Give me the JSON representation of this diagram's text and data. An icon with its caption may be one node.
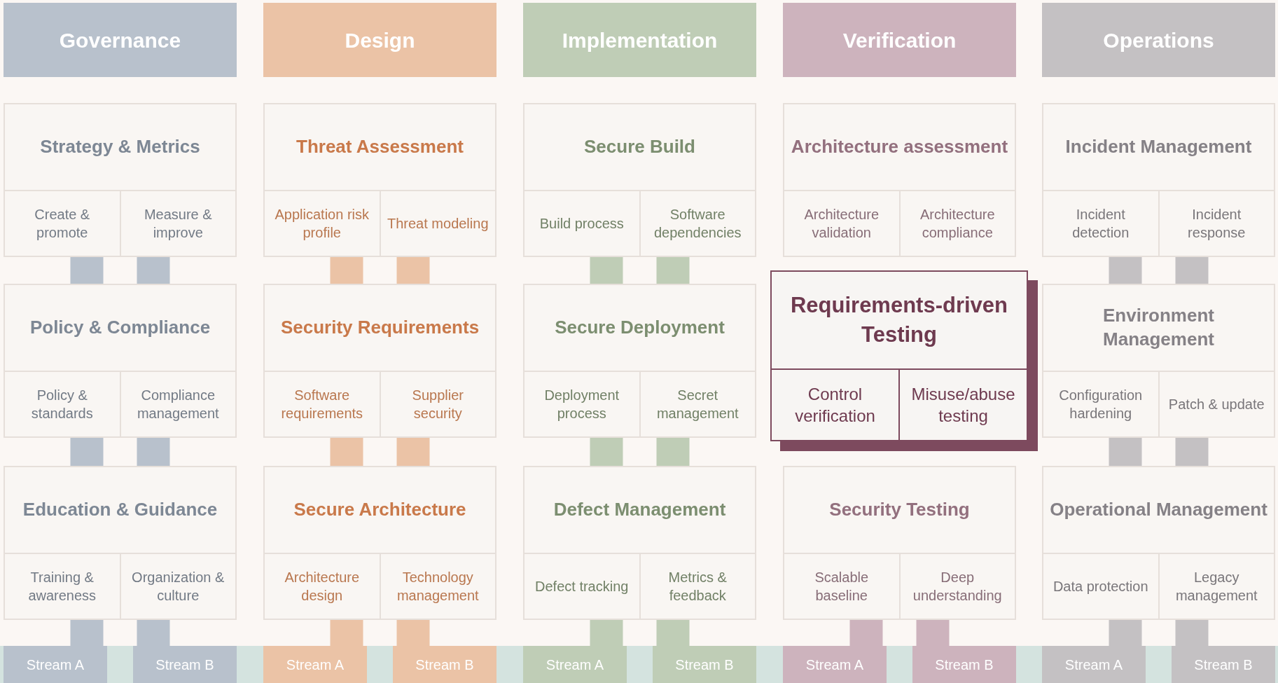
{
  "diagram": {
    "nodes": [
      {
        "text": [
          "Governance"
        ]
      },
      {
        "text": [
          "Design"
        ]
      },
      {
        "text": [
          "Implementation"
        ]
      },
      {
        "text": [
          "Verification"
        ]
      },
      {
        "text": [
          "Operations"
        ]
      },
      {
        "text": [
          "Strategy & Metrics"
        ]
      },
      {
        "text": [
          "Create & promote"
        ],
        "in": 5
      },
      {
        "text": [
          "Measure & improve"
        ],
        "in": 5
      },
      {
        "text": [
          "Threat Assessment"
        ]
      },
      {
        "text": [
          "Application risk profile"
        ],
        "in": 8
      },
      {
        "text": [
          "Threat modeling"
        ],
        "in": 8
      },
      {
        "text": [
          "Secure Build"
        ]
      },
      {
        "text": [
          "Build process"
        ],
        "in": 11
      },
      {
        "text": [
          "Software dependencies"
        ],
        "in": 11
      },
      {
        "text": [
          "Architecture assessment"
        ]
      },
      {
        "text": [
          "Architecture validation"
        ],
        "in": 14
      },
      {
        "text": [
          "Architecture compliance"
        ],
        "in": 14
      },
      {
        "text": [
          "Incident Management"
        ]
      },
      {
        "text": [
          "Incident detection"
        ],
        "in": 17
      },
      {
        "text": [
          "Incident response"
        ],
        "in": 17
      },
      {
        "text": [
          "Policy & Compliance"
        ]
      },
      {
        "text": [
          "Policy & standards"
        ],
        "in": 20
      },
      {
        "text": [
          "Compliance management"
        ],
        "in": 20
      },
      {
        "text": [
          "Security Requirements"
        ]
      },
      {
        "text": [
          "Software requirements"
        ],
        "in": 23
      },
      {
        "text": [
          "Supplier security"
        ],
        "in": 23
      },
      {
        "text": [
          "Secure Deployment"
        ]
      },
      {
        "text": [
          "Deployment process"
        ],
        "in": 26
      },
      {
        "text": [
          "Secret management"
        ],
        "in": 26
      },
      {
        "text": [
          "Requirements-driven Testing"
        ]
      },
      {
        "text": [
          "Control verification"
        ],
        "in": 29
      },
      {
        "text": [
          "Misuse/abuse testing"
        ],
        "in": 29
      },
      {
        "text": [
          "Environment Management"
        ]
      },
      {
        "text": [
          "Configuration hardening"
        ],
        "in": 32
      },
      {
        "text": [
          "Patch & update"
        ],
        "in": 32
      },
      {
        "text": [
          "Education & Guidance"
        ]
      },
      {
        "text": [
          "Training & awareness"
        ],
        "in": 35
      },
      {
        "text": [
          "Organization & culture"
        ],
        "in": 35
      },
      {
        "text": [
          "Secure Architecture"
        ]
      },
      {
        "text": [
          "Architecture design"
        ],
        "in": 38
      },
      {
        "text": [
          "Technology management"
        ],
        "in": 38
      },
      {
        "text": [
          "Defect Management"
        ]
      },
      {
        "text": [
          "Defect tracking"
        ],
        "in": 41
      },
      {
        "text": [
          "Metrics & feedback"
        ],
        "in": 41
      },
      {
        "text": [
          "Security Testing"
        ]
      },
      {
        "text": [
          "Scalable baseline"
        ],
        "in": 44
      },
      {
        "text": [
          "Deep understanding"
        ],
        "in": 44
      },
      {
        "text": [
          "Operational Management"
        ]
      },
      {
        "text": [
          "Data protection"
        ],
        "in": 47
      },
      {
        "text": [
          "Legacy management"
        ],
        "in": 47
      },
      {
        "text": [],
        "shape": "bar"
      },
      {
        "text": [
          "Stream A"
        ],
        "in": 50
      },
      {
        "text": [
          "Stream B"
        ],
        "in": 50
      },
      {
        "text": [
          "Stream A"
        ],
        "in": 50
      },
      {
        "text": [
          "Stream B"
        ],
        "in": 50
      },
      {
        "text": [
          "Stream A"
        ],
        "in": 50
      },
      {
        "text": [
          "Stream B"
        ],
        "in": 50
      },
      {
        "text": [
          "Stream A"
        ],
        "in": 50
      },
      {
        "text": [
          "Stream B"
        ],
        "in": 50
      },
      {
        "text": [
          "Stream A"
        ],
        "in": 50
      },
      {
        "text": [
          "Stream B"
        ],
        "in": 50
      }
    ],
    "edges": [
      {
        "from": 6,
        "to": 21,
        "arrow": "none",
        "color": "#b8c1cc"
      },
      {
        "from": 7,
        "to": 22,
        "arrow": "none",
        "color": "#b8c1cc"
      },
      {
        "from": 21,
        "to": 36,
        "arrow": "none",
        "color": "#b8c1cc"
      },
      {
        "from": 22,
        "to": 37,
        "arrow": "none",
        "color": "#b8c1cc"
      },
      {
        "from": 36,
        "to": 51,
        "arrow": "none",
        "color": "#b8c1cc"
      },
      {
        "from": 37,
        "to": 52,
        "arrow": "none",
        "color": "#b8c1cc"
      },
      {
        "from": 9,
        "to": 24,
        "arrow": "none",
        "color": "#ebc3a6"
      },
      {
        "from": 10,
        "to": 25,
        "arrow": "none",
        "color": "#ebc3a6"
      },
      {
        "from": 24,
        "to": 39,
        "arrow": "none",
        "color": "#ebc3a6"
      },
      {
        "from": 25,
        "to": 40,
        "arrow": "none",
        "color": "#ebc3a6"
      },
      {
        "from": 39,
        "to": 53,
        "arrow": "none",
        "color": "#ebc3a6"
      },
      {
        "from": 40,
        "to": 54,
        "arrow": "none",
        "color": "#ebc3a6"
      },
      {
        "from": 12,
        "to": 27,
        "arrow": "none",
        "color": "#bfcdb6"
      },
      {
        "from": 13,
        "to": 28,
        "arrow": "none",
        "color": "#bfcdb6"
      },
      {
        "from": 27,
        "to": 42,
        "arrow": "none",
        "color": "#bfcdb6"
      },
      {
        "from": 28,
        "to": 43,
        "arrow": "none",
        "color": "#bfcdb6"
      },
      {
        "from": 42,
        "to": 55,
        "arrow": "none",
        "color": "#bfcdb6"
      },
      {
        "from": 43,
        "to": 56,
        "arrow": "none",
        "color": "#bfcdb6"
      },
      {
        "from": 45,
        "to": 57,
        "arrow": "none",
        "color": "#cdb3bd"
      },
      {
        "from": 46,
        "to": 58,
        "arrow": "none",
        "color": "#cdb3bd"
      },
      {
        "from": 18,
        "to": 33,
        "arrow": "none",
        "color": "#c4c1c3"
      },
      {
        "from": 19,
        "to": 34,
        "arrow": "none",
        "color": "#c4c1c3"
      },
      {
        "from": 33,
        "to": 48,
        "arrow": "none",
        "color": "#c4c1c3"
      },
      {
        "from": 34,
        "to": 49,
        "arrow": "none",
        "color": "#c4c1c3"
      },
      {
        "from": 48,
        "to": 59,
        "arrow": "none",
        "color": "#c4c1c3"
      },
      {
        "from": 49,
        "to": 60,
        "arrow": "none",
        "color": "#c4c1c3"
      }
    ]
  }
}
